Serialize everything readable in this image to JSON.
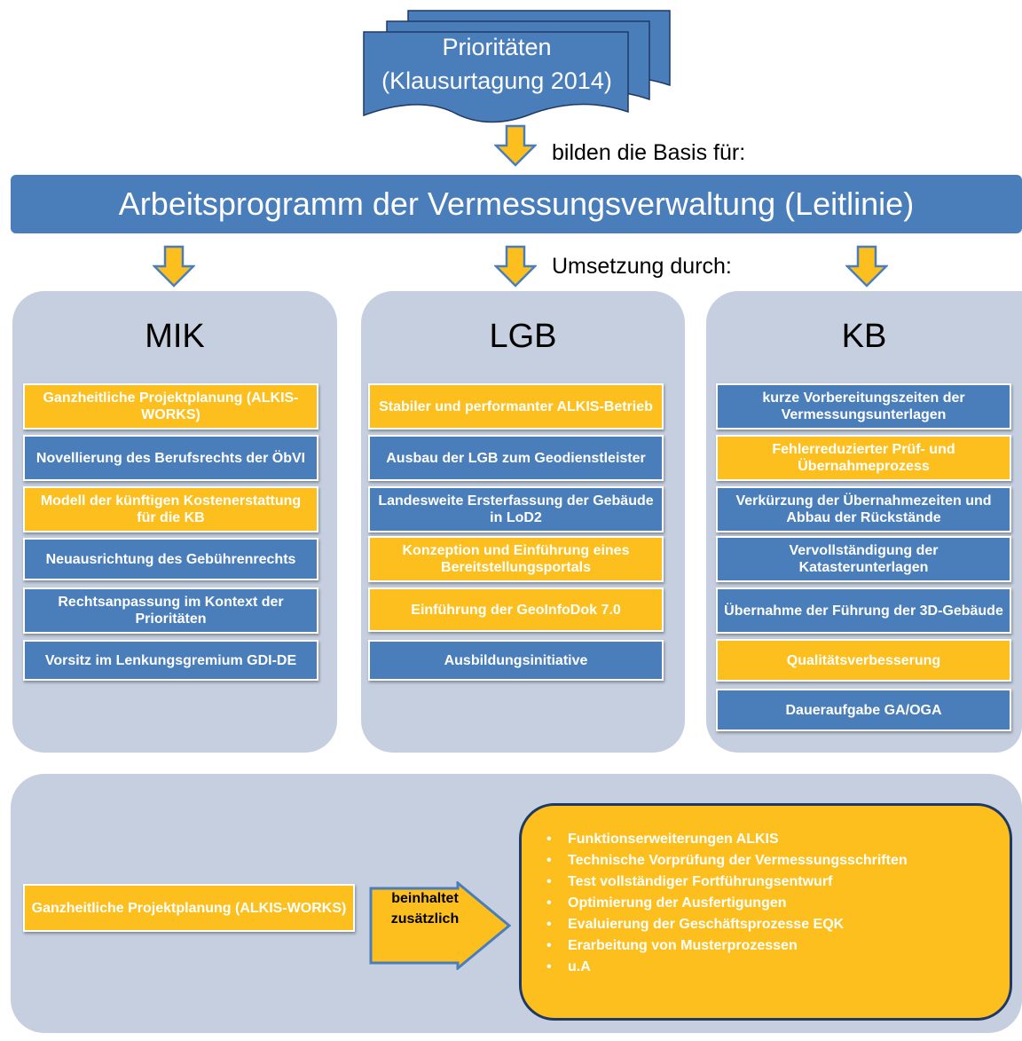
{
  "header": {
    "doc_title_line1": "Prioritäten",
    "doc_title_line2": "(Klausurtagung 2014)",
    "basis_caption": "bilden die Basis für:",
    "banner_title": "Arbeitsprogramm der Vermessungsverwaltung (Leitlinie)",
    "umsetzung_caption": "Umsetzung durch:"
  },
  "colors": {
    "blue": "#4a7ebb",
    "gold": "#fcbf1e",
    "panel": "#c5cfdf",
    "navy": "#1f3864"
  },
  "columns": [
    {
      "title": "MIK",
      "items": [
        {
          "label": "Ganzheitliche Projektplanung (ALKIS-WORKS)",
          "color": "gold"
        },
        {
          "label": "Novellierung des Berufsrechts der ÖbVI",
          "color": "blue"
        },
        {
          "label": "Modell der künftigen Kostenerstattung für die KB",
          "color": "gold"
        },
        {
          "label": "Neuausrichtung des Gebührenrechts",
          "color": "blue"
        },
        {
          "label": "Rechtsanpassung im Kontext der Prioritäten",
          "color": "blue"
        },
        {
          "label": "Vorsitz im Lenkungsgremium GDI-DE",
          "color": "blue"
        }
      ]
    },
    {
      "title": "LGB",
      "items": [
        {
          "label": "Stabiler und performanter ALKIS-Betrieb",
          "color": "gold"
        },
        {
          "label": "Ausbau der LGB zum Geodienstleister",
          "color": "blue"
        },
        {
          "label": "Landesweite Ersterfassung der Gebäude in LoD2",
          "color": "blue"
        },
        {
          "label": "Konzeption und Einführung eines Bereitstellungsportals",
          "color": "gold"
        },
        {
          "label": "Einführung der GeoInfoDok 7.0",
          "color": "gold"
        },
        {
          "label": "Ausbildungsinitiative",
          "color": "blue"
        }
      ]
    },
    {
      "title": "KB",
      "items": [
        {
          "label": "kurze Vorbereitungszeiten der Vermessungsunterlagen",
          "color": "blue"
        },
        {
          "label": "Fehlerreduzierter Prüf- und Übernahmeprozess",
          "color": "gold"
        },
        {
          "label": "Verkürzung der Übernahmezeiten und Abbau der Rückstände",
          "color": "blue"
        },
        {
          "label": "Vervollständigung der Katasterunterlagen",
          "color": "blue"
        },
        {
          "label": "Übernahme der Führung der 3D-Gebäude",
          "color": "blue"
        },
        {
          "label": "Qualitätsverbesserung",
          "color": "gold"
        },
        {
          "label": "Daueraufgabe GA/OGA",
          "color": "blue"
        }
      ]
    }
  ],
  "bottom": {
    "source_label": "Ganzheitliche Projektplanung (ALKIS-WORKS)",
    "arrow_label_line1": "beinhaltet",
    "arrow_label_line2": "zusätzlich",
    "bullet_glyph": "•",
    "bullets": [
      "Funktionserweiterungen ALKIS",
      "Technische Vorprüfung der Vermessungsschriften",
      "Test vollständiger Fortführungsentwurf",
      "Optimierung der Ausfertigungen",
      "Evaluierung der Geschäftsprozesse EQK",
      "Erarbeitung von Musterprozessen",
      "u.A"
    ]
  }
}
